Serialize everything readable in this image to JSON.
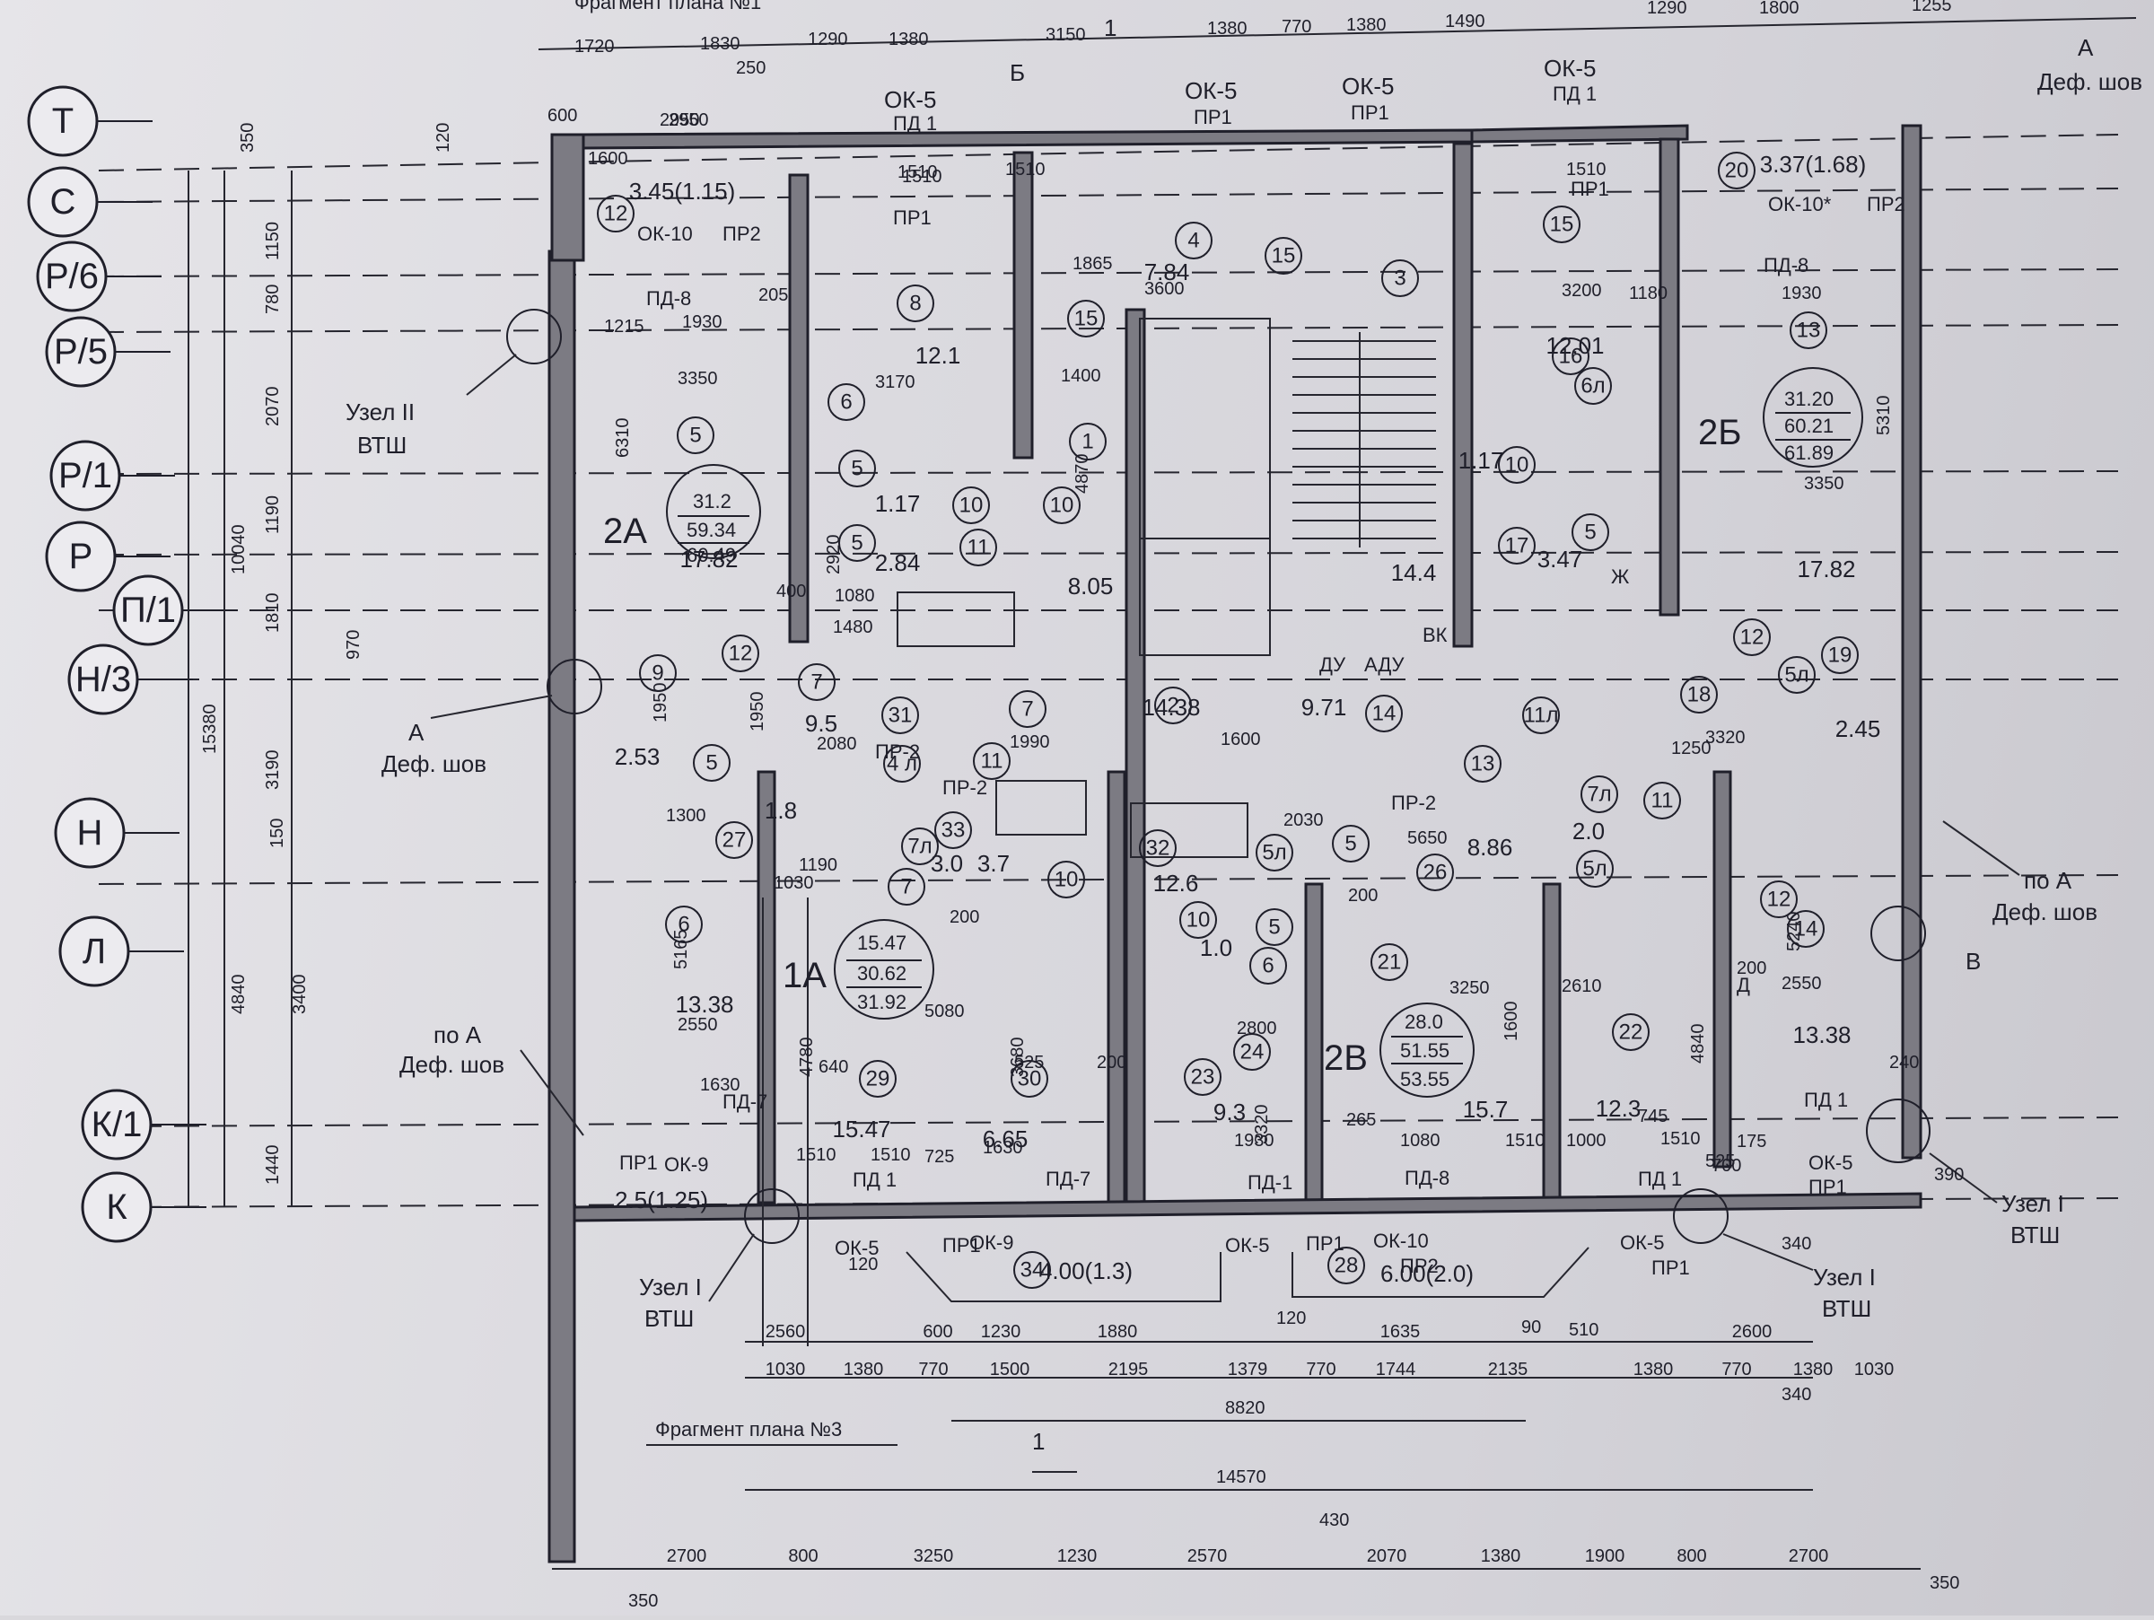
{
  "axes_left": [
    "Т",
    "С",
    "Р/6",
    "Р/5",
    "Р/1",
    "Р",
    "П/1",
    "Н/3",
    "Н",
    "Л",
    "К/1",
    "К"
  ],
  "axis_dims": {
    "outer": [
      "10040",
      "15380",
      "4840"
    ],
    "middle": [
      "1150",
      "780",
      "2070",
      "1190",
      "1810",
      "3190",
      "3400",
      "1440"
    ],
    "small": [
      "350",
      "970",
      "150"
    ]
  },
  "top_dims": [
    "1720",
    "1830",
    "1290",
    "1380",
    "3150",
    "1380",
    "770",
    "1380",
    "1490",
    "1290",
    "1800",
    "1255",
    "2950",
    "250",
    "1600",
    "600",
    "120"
  ],
  "top_labels": {
    "ok5_pd1_a": [
      "ОК-5",
      "ПД 1"
    ],
    "ok5_pr1_a": [
      "ОК-5",
      "ПР1"
    ],
    "ok5_pr1_b": [
      "ОК-5",
      "ПР1"
    ],
    "ok5_pd1_b": [
      "ОК-5",
      "ПД 1"
    ],
    "section_1": "1",
    "section_b": "Б",
    "deformation_a": [
      "А",
      "Деф. шов"
    ],
    "fragment_top": "Фрагмент плана №1"
  },
  "apartments": [
    {
      "id": "2А",
      "areas": [
        "31.2",
        "59.34",
        "60.49"
      ]
    },
    {
      "id": "2Б",
      "areas": [
        "31.20",
        "60.21",
        "61.89"
      ]
    },
    {
      "id": "1А",
      "areas": [
        "15.47",
        "30.62",
        "31.92"
      ]
    },
    {
      "id": "2В",
      "areas": [
        "28.0",
        "51.55",
        "53.55"
      ]
    }
  ],
  "room_areas": [
    "3.45(1.15)",
    "3.37(1.68)",
    "12.1",
    "7.84",
    "12.01",
    "1.17",
    "1.17",
    "2.84",
    "8.05",
    "14.4",
    "3.47",
    "17.82",
    "17.82",
    "9.5",
    "14.38",
    "9.71",
    "2.45",
    "2.53",
    "1.8",
    "3.0",
    "3.7",
    "12.6",
    "8.86",
    "2.0",
    "1.0",
    "13.38",
    "15.47",
    "6.65",
    "9.3",
    "15.7",
    "12.3",
    "13.38",
    "2.5(1.25)",
    "4.00(1.3)",
    "6.00(2.0)"
  ],
  "room_numbers": [
    "12",
    "8",
    "4",
    "3",
    "15",
    "15",
    "15",
    "16",
    "20",
    "13",
    "5",
    "1",
    "6",
    "6л",
    "5",
    "5",
    "10",
    "10",
    "10",
    "11",
    "17",
    "5",
    "12",
    "9",
    "7",
    "2",
    "14",
    "11л",
    "18",
    "12",
    "5л",
    "19",
    "5",
    "7",
    "31",
    "11",
    "4 л",
    "13",
    "11",
    "5л",
    "27",
    "7л",
    "33",
    "32",
    "5",
    "26",
    "12",
    "7л",
    "6",
    "7",
    "10",
    "5л",
    "10",
    "5",
    "21",
    "14",
    "22",
    "29",
    "30",
    "23",
    "24",
    "6",
    "34",
    "28"
  ],
  "openings": [
    "ОК-10",
    "ПР2",
    "ПД-8",
    "ОК-10*",
    "ПР2",
    "ПД-8",
    "ПР1",
    "ПР1",
    "ПР-2",
    "ПР-2",
    "ПР-2",
    "ОК-9",
    "ПР1",
    "ОК-5",
    "ПР1",
    "ОК-9",
    "ОК-5",
    "ПР1",
    "ОК-10",
    "ПР2",
    "ОК-5",
    "ПР1",
    "ОК-5",
    "ПР1",
    "ПД 1",
    "ПД-7",
    "ПД-1",
    "ПД-8",
    "ПД 1",
    "ПД 1",
    "ПД-7",
    "ДУ",
    "АДУ",
    "ВК",
    "Ж",
    "Д"
  ],
  "notes": {
    "node_2": [
      "Узел II",
      "ВТШ"
    ],
    "def_a_left": [
      "А",
      "Деф. шов"
    ],
    "def_pa_left": [
      "по А",
      "Деф. шов"
    ],
    "def_pa_right": [
      "по А",
      "Деф. шов"
    ],
    "node_1_left": [
      "Узел I",
      "ВТШ"
    ],
    "node_1_right_a": [
      "Узел I",
      "ВТШ"
    ],
    "node_1_right_b": [
      "Узел I",
      "ВТШ"
    ],
    "marker_b": "В",
    "fragment_bottom": "Фрагмент плана №3",
    "section_1_bottom": "1"
  },
  "interior_dims": [
    "3350",
    "1215",
    "1930",
    "205",
    "1510",
    "1510",
    "1510",
    "1510",
    "3170",
    "1400",
    "3600",
    "1865",
    "3200",
    "1930",
    "1180",
    "2950",
    "3350",
    "6310",
    "5310",
    "4870",
    "2920",
    "400",
    "1080",
    "1480",
    "1950",
    "1950",
    "2080",
    "1990",
    "1600",
    "3320",
    "1250",
    "5650",
    "1030",
    "2030",
    "1300",
    "1190",
    "5165",
    "4780",
    "5080",
    "2550",
    "3250",
    "2610",
    "2550",
    "4840",
    "5240",
    "1600",
    "2800",
    "3680",
    "3320",
    "1630",
    "1630",
    "1510",
    "1510",
    "1930",
    "1080",
    "1510",
    "1510",
    "745",
    "175",
    "525",
    "525",
    "640",
    "240",
    "725",
    "265",
    "1000",
    "700",
    "200",
    "200",
    "200",
    "200"
  ],
  "bottom_dims": {
    "row1": [
      "2560",
      "600",
      "1230",
      "1880",
      "1635",
      "2600"
    ],
    "row2": [
      "1030",
      "1380",
      "770",
      "1500",
      "2195",
      "1379",
      "770",
      "1744",
      "2135",
      "1380",
      "770",
      "1380",
      "1030"
    ],
    "total_inner": "8820",
    "total": "14570",
    "row3": [
      "2700",
      "800",
      "3250",
      "1230",
      "2570",
      "2070",
      "1380",
      "1900",
      "800",
      "2700"
    ],
    "small": [
      "430",
      "350",
      "350",
      "340",
      "340",
      "390",
      "510",
      "90",
      "120",
      "120"
    ]
  }
}
